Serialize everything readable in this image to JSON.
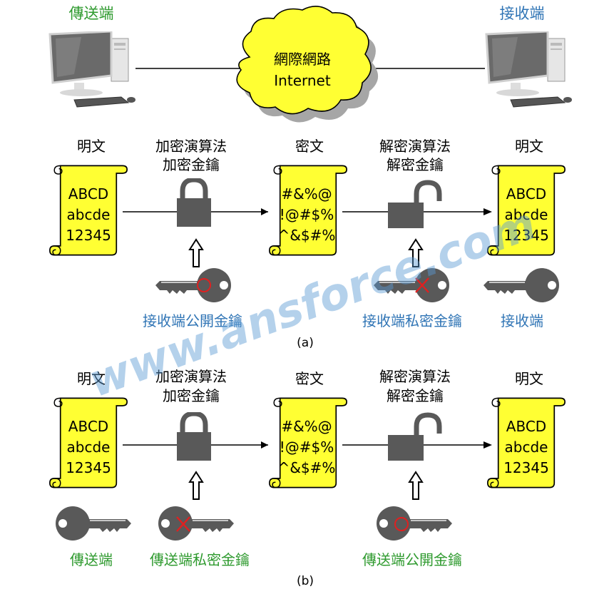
{
  "network": {
    "sender": "傳送端",
    "receiver": "接收端",
    "cloud_line1": "網際網路",
    "cloud_line2": "Internet"
  },
  "panel_a": {
    "plaintext_label": "明文",
    "encrypt_algo": "加密演算法",
    "encrypt_key": "加密金鑰",
    "ciphertext_label": "密文",
    "decrypt_algo": "解密演算法",
    "decrypt_key": "解密金鑰",
    "plaintext_out_label": "明文",
    "plain_lines": [
      "ABCD",
      "abcde",
      "12345"
    ],
    "cipher_lines": [
      "#&%@",
      "!@#$%",
      "^&$#%"
    ],
    "public_key_caption": "接收端公開金鑰",
    "private_key_caption": "接收端私密金鑰",
    "owner_caption": "接收端",
    "caption": "(a)"
  },
  "panel_b": {
    "plaintext_label": "明文",
    "encrypt_algo": "加密演算法",
    "encrypt_key": "加密金鑰",
    "ciphertext_label": "密文",
    "decrypt_algo": "解密演算法",
    "decrypt_key": "解密金鑰",
    "plaintext_out_label": "明文",
    "plain_lines": [
      "ABCD",
      "abcde",
      "12345"
    ],
    "cipher_lines": [
      "#&%@",
      "!@#$%",
      "^&$#%"
    ],
    "owner_caption": "傳送端",
    "private_key_caption": "傳送端私密金鑰",
    "public_key_caption": "傳送端公開金鑰",
    "caption": "(b)"
  },
  "watermark": "www.ansforce.com",
  "colors": {
    "green": "#2e9a2e",
    "blue": "#2f74b5",
    "scroll": "#ffff33",
    "lock": "#595959",
    "cloud": "#ffff33",
    "mark_red": "#e02020"
  }
}
